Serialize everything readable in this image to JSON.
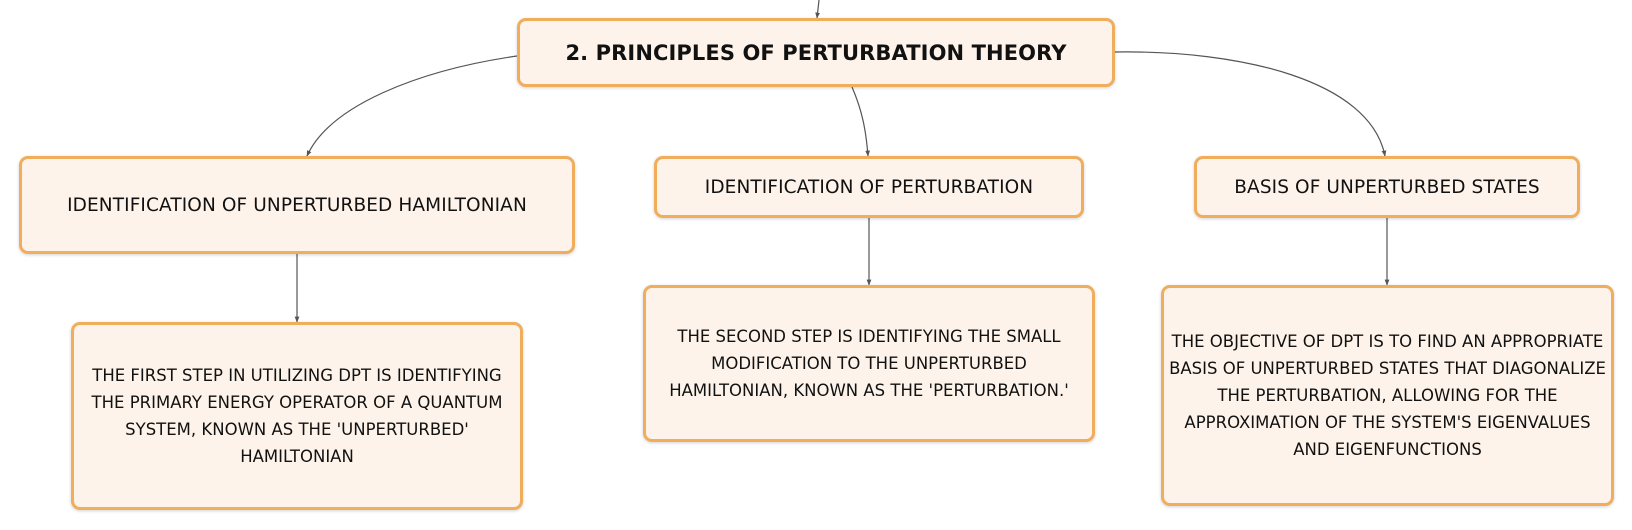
{
  "diagram": {
    "root": {
      "title": "2. PRINCIPLES OF PERTURBATION THEORY"
    },
    "branches": [
      {
        "topic": "IDENTIFICATION OF UNPERTURBED HAMILTONIAN",
        "detail": "THE FIRST STEP IN UTILIZING DPT IS IDENTIFYING THE PRIMARY ENERGY OPERATOR OF A QUANTUM SYSTEM, KNOWN AS THE 'UNPERTURBED' HAMILTONIAN"
      },
      {
        "topic": "IDENTIFICATION OF PERTURBATION",
        "detail": "THE SECOND STEP IS IDENTIFYING THE SMALL MODIFICATION TO THE UNPERTURBED HAMILTONIAN, KNOWN AS THE 'PERTURBATION.'"
      },
      {
        "topic": "BASIS OF UNPERTURBED STATES",
        "detail": "THE OBJECTIVE OF DPT IS TO FIND AN APPROPRIATE BASIS OF UNPERTURBED STATES THAT DIAGONALIZE THE PERTURBATION, ALLOWING FOR THE APPROXIMATION OF THE SYSTEM'S EIGENVALUES AND EIGENFUNCTIONS"
      }
    ]
  },
  "colors": {
    "node_fill": "#fdf3ea",
    "node_border": "#f0ad5c",
    "connector": "#555555",
    "text": "#111111"
  }
}
